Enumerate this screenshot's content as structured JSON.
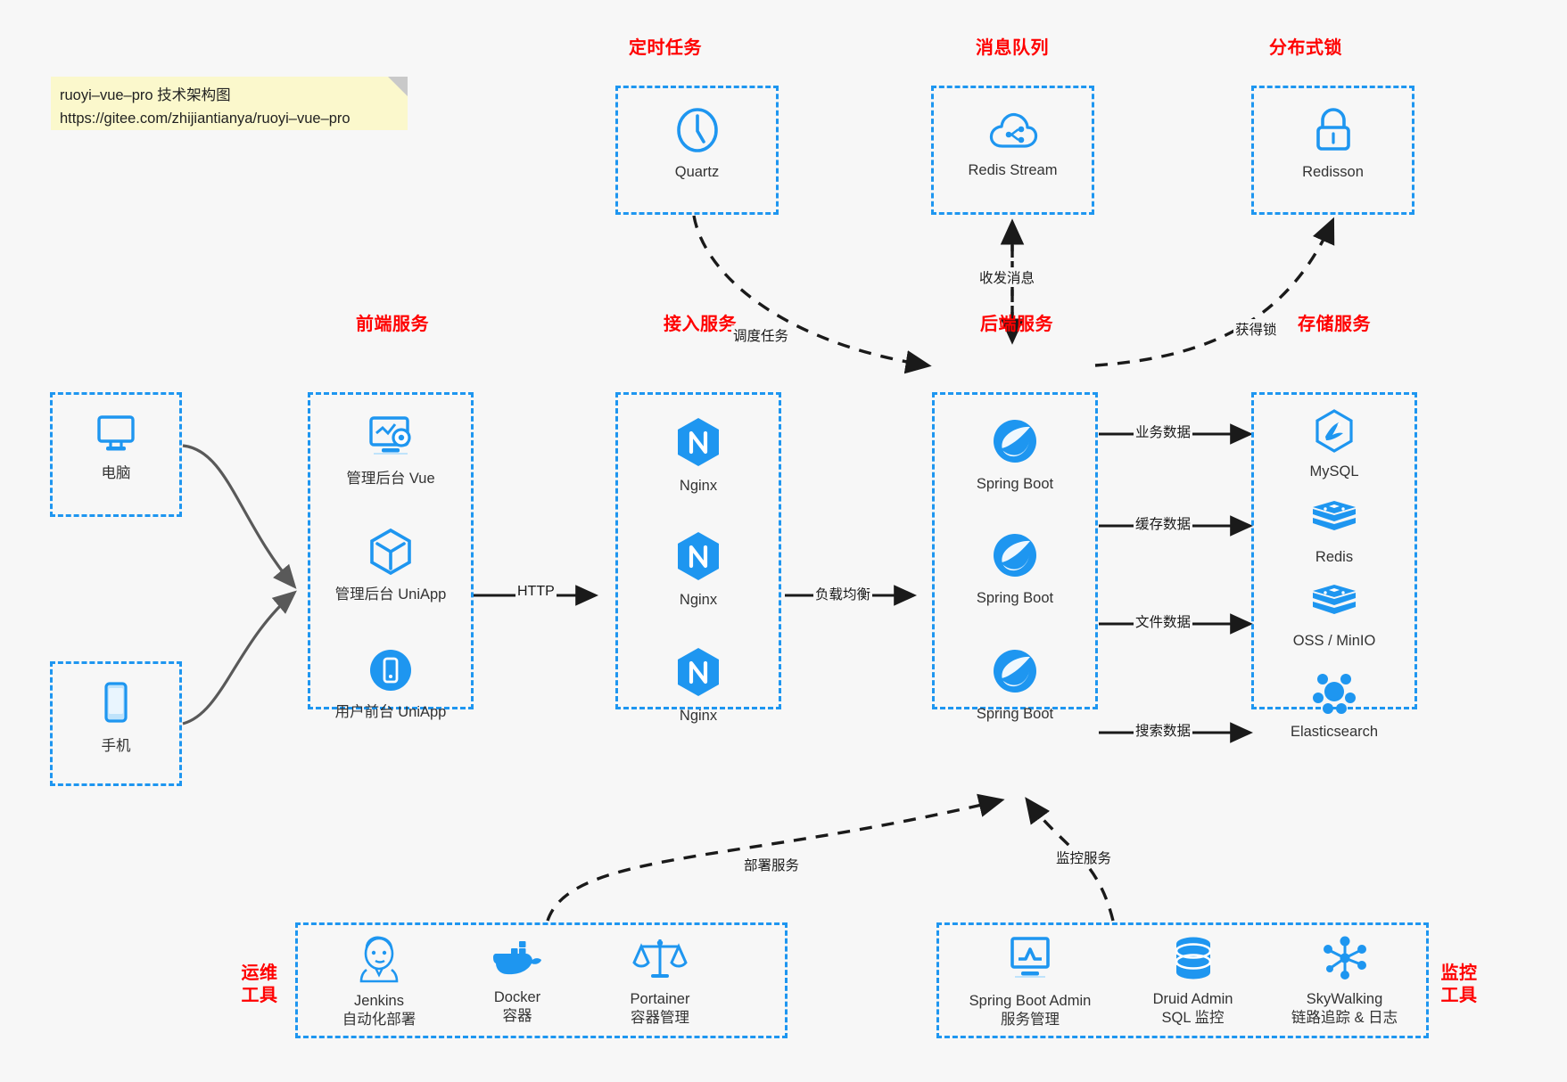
{
  "note": {
    "name": "architecture-note",
    "text": "ruoyi–vue–pro 技术架构图\nhttps://gitee.com/zhijiantianya/ruoyi–vue–pro"
  },
  "colors": {
    "box_border": "#1e96f0",
    "group_title": "#ff0000",
    "icon": "#1e96f0",
    "background": "#f7f7f7",
    "edge": "#1a1a1a",
    "client_edge": "#595959",
    "note_bg": "#fbf8cc"
  },
  "groups": {
    "scheduler": {
      "title": "定时任务",
      "nodes": [
        {
          "label": "Quartz",
          "icon": "clock-icon"
        }
      ]
    },
    "mq": {
      "title": "消息队列",
      "nodes": [
        {
          "label": "Redis Stream",
          "icon": "cloud-stream-icon"
        }
      ]
    },
    "lock": {
      "title": "分布式锁",
      "nodes": [
        {
          "label": "Redisson",
          "icon": "lock-icon"
        }
      ]
    },
    "clients": {
      "nodes": [
        {
          "label": "电脑",
          "icon": "desktop-icon"
        },
        {
          "label": "手机",
          "icon": "mobile-icon"
        }
      ]
    },
    "frontend": {
      "title": "前端服务",
      "nodes": [
        {
          "label": "管理后台 Vue",
          "icon": "dashboard-icon"
        },
        {
          "label": "管理后台 UniApp",
          "icon": "cube-icon"
        },
        {
          "label": "用户前台 UniApp",
          "icon": "app-icon"
        }
      ]
    },
    "gateway": {
      "title": "接入服务",
      "nodes": [
        {
          "label": "Nginx",
          "icon": "nginx-icon"
        },
        {
          "label": "Nginx",
          "icon": "nginx-icon"
        },
        {
          "label": "Nginx",
          "icon": "nginx-icon"
        }
      ]
    },
    "backend": {
      "title": "后端服务",
      "nodes": [
        {
          "label": "Spring Boot",
          "icon": "spring-icon"
        },
        {
          "label": "Spring Boot",
          "icon": "spring-icon"
        },
        {
          "label": "Spring Boot",
          "icon": "spring-icon"
        }
      ]
    },
    "storage": {
      "title": "存储服务",
      "nodes": [
        {
          "label": "MySQL",
          "icon": "mysql-icon"
        },
        {
          "label": "Redis",
          "icon": "redis-icon"
        },
        {
          "label": "OSS / MinIO",
          "icon": "oss-icon"
        },
        {
          "label": "Elasticsearch",
          "icon": "elasticsearch-icon"
        }
      ]
    },
    "devops": {
      "title": "运维\n工具",
      "nodes": [
        {
          "label": "Jenkins\n自动化部署",
          "icon": "jenkins-icon"
        },
        {
          "label": "Docker\n容器",
          "icon": "docker-icon"
        },
        {
          "label": "Portainer\n容器管理",
          "icon": "scales-icon"
        }
      ]
    },
    "monitor": {
      "title": "监控\n工具",
      "nodes": [
        {
          "label": "Spring Boot Admin\n服务管理",
          "icon": "monitor-chart-icon"
        },
        {
          "label": "Druid Admin\nSQL 监控",
          "icon": "database-icon"
        },
        {
          "label": "SkyWalking\n链路追踪 & 日志",
          "icon": "network-nodes-icon"
        }
      ]
    }
  },
  "edges": [
    {
      "label": "调度任务",
      "from": "scheduler",
      "to": "backend"
    },
    {
      "label": "收发消息",
      "from": "mq",
      "to": "backend"
    },
    {
      "label": "获得锁",
      "from": "backend",
      "to": "lock"
    },
    {
      "label": "HTTP",
      "from": "frontend",
      "to": "gateway"
    },
    {
      "label": "负载均衡",
      "from": "gateway",
      "to": "backend"
    },
    {
      "label": "业务数据",
      "from": "backend",
      "to": "storage"
    },
    {
      "label": "缓存数据",
      "from": "backend",
      "to": "storage"
    },
    {
      "label": "文件数据",
      "from": "backend",
      "to": "storage"
    },
    {
      "label": "搜索数据",
      "from": "backend",
      "to": "storage"
    },
    {
      "label": "部署服务",
      "from": "devops",
      "to": "backend"
    },
    {
      "label": "监控服务",
      "from": "monitor",
      "to": "backend"
    }
  ]
}
